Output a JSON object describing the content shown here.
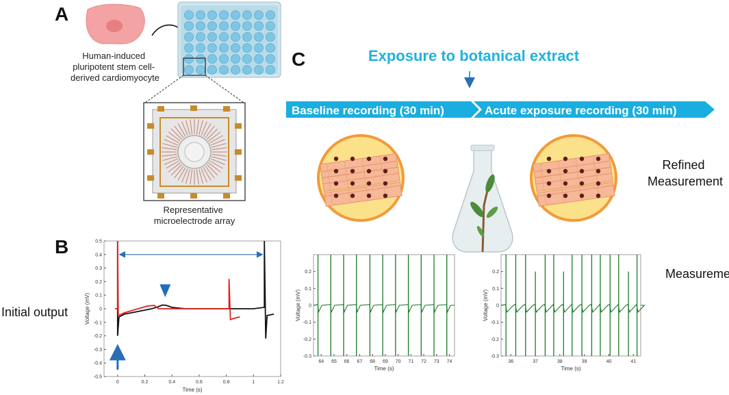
{
  "panels": {
    "a": "A",
    "b": "B",
    "c": "C"
  },
  "panel_a": {
    "cell_caption": [
      "Human-induced",
      "pluripotent stem cell-",
      "derived cardiomyocyte"
    ],
    "mea_caption": [
      "Representative",
      "microelectrode array"
    ]
  },
  "panel_b": {
    "side_label": "Initial output",
    "xlabel": "Time (s)",
    "ylabel": "Voltage (mV)",
    "xticks": [
      "0",
      "0.2",
      "0.4",
      "0.6",
      "0.8",
      "1",
      "1.2"
    ],
    "yticks": [
      "0.5",
      "0.4",
      "0.3",
      "0.2",
      "0.1",
      "0",
      "-0.1",
      "-0.2",
      "-0.3",
      "-0.4",
      "-0.5"
    ]
  },
  "panel_c": {
    "headline": "Exposure to botanical extract",
    "baseline_label": "Baseline recording (30 min)",
    "acute_label": "Acute exposure recording (30 min)",
    "refined_label": [
      "Refined",
      "Measurement"
    ],
    "measurement_label": "Measurement",
    "colors": {
      "accent": "#1fb3dc",
      "banner": "#1aaee0",
      "trace_green": "#1a7a2a",
      "trace_red": "#e02020",
      "circle_fill": "#fbe18a",
      "circle_ring": "#f29a3a"
    }
  },
  "chart_data": [
    {
      "type": "line",
      "xlabel": "Time (s)",
      "ylabel": "Voltage (mV)",
      "xlim": [
        -0.1,
        1.2
      ],
      "ylim": [
        -0.5,
        0.5
      ],
      "series": [
        {
          "color": "black",
          "x": [
            0,
            0,
            0.01,
            0.05,
            0.15,
            0.25,
            0.3,
            0.33,
            0.36,
            0.4,
            0.5,
            0.6,
            0.7,
            0.8,
            0.9,
            1.0,
            1.08,
            1.08,
            1.09,
            1.1,
            1.15
          ],
          "y": [
            0.5,
            -0.2,
            -0.06,
            -0.04,
            -0.02,
            0.0,
            0.015,
            0.028,
            0.025,
            0.01,
            0.0,
            0.0,
            0.0,
            0.0,
            0.0,
            0.0,
            0.01,
            0.5,
            -0.22,
            -0.05,
            -0.04
          ]
        },
        {
          "color": "red",
          "x": [
            -0.02,
            0,
            0,
            0.005,
            0.05,
            0.15,
            0.22,
            0.27,
            0.3,
            0.35,
            0.4,
            0.5,
            0.6,
            0.7,
            0.8,
            0.82,
            0.82,
            0.83,
            0.86,
            0.9
          ],
          "y": [
            0.0,
            0.0,
            0.5,
            -0.05,
            -0.03,
            0.0,
            0.02,
            0.025,
            0.0,
            0.0,
            0.0,
            0.0,
            0.0,
            0.0,
            0.0,
            0.0,
            0.22,
            -0.08,
            -0.07,
            -0.06
          ]
        }
      ]
    },
    {
      "type": "line",
      "xlabel": "Time (s)",
      "ylabel": "Voltage (mV)",
      "xticks": [
        "64",
        "65",
        "66",
        "67",
        "68",
        "69",
        "70",
        "71",
        "72",
        "73",
        "74"
      ],
      "yticks": [
        "0.2",
        "0.1",
        "0",
        "-0.1",
        "-0.2",
        "-0.3"
      ],
      "xlim": [
        63.4,
        74.4
      ],
      "ylim": [
        -0.3,
        0.3
      ],
      "spikes_x": [
        63.75,
        64.75,
        65.75,
        66.75,
        67.8,
        68.8,
        69.8,
        70.8,
        71.8,
        72.8,
        73.8
      ],
      "spike_top": 0.3,
      "spike_bottom": -0.3,
      "baseline": 0.0
    },
    {
      "type": "line",
      "xlabel": "Time (s)",
      "ylabel": "Voltage (mV)",
      "xticks": [
        "36",
        "37",
        "38",
        "39",
        "40",
        "41"
      ],
      "yticks": [
        "0.2",
        "0.1",
        "0",
        "-0.1",
        "-0.2",
        "-0.3"
      ],
      "xlim": [
        35.6,
        41.3
      ],
      "ylim": [
        -0.3,
        0.3
      ],
      "spikes_x": [
        35.8,
        36.2,
        36.6,
        37.0,
        37.4,
        37.75,
        38.15,
        38.5,
        38.9,
        39.3,
        39.65,
        40.05,
        40.4,
        40.8,
        41.15
      ],
      "spike_tops": [
        0.3,
        0.3,
        0.3,
        0.2,
        0.3,
        0.3,
        0.2,
        0.3,
        0.3,
        0.3,
        0.3,
        0.3,
        0.3,
        0.2,
        0.3
      ],
      "spike_bottom": -0.3,
      "baseline": 0.0
    }
  ]
}
